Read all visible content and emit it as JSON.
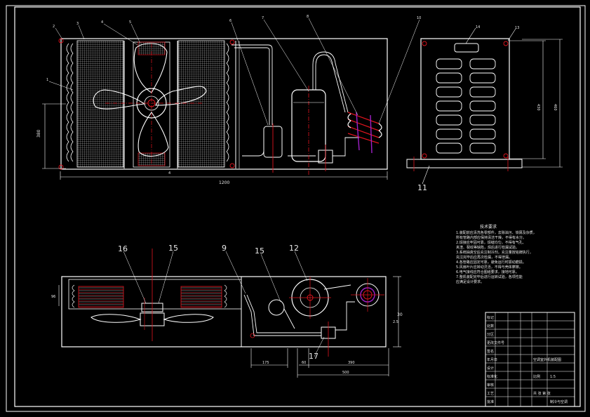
{
  "drawing": {
    "frame_color": "#ffffff",
    "accent_red": "#e0141e",
    "accent_purple": "#a020c8",
    "accent_cyan": "#22c8c8"
  },
  "front_view": {
    "callouts": [
      "1",
      "2",
      "3",
      "4",
      "5",
      "6",
      "7",
      "8",
      "10"
    ],
    "dim_width": "1200",
    "dim_height": "380",
    "dim_center": "4"
  },
  "side_view": {
    "callouts": [
      "14",
      "13",
      "11"
    ],
    "dim_inner": "430",
    "dim_outer": "460"
  },
  "top_view": {
    "callouts": [
      "16",
      "15",
      "9",
      "15",
      "12",
      "17"
    ],
    "dim_left": "96",
    "dim_right_a": "30",
    "dim_right_b": "2.5",
    "dim_bottom_a": "175",
    "dim_bottom_b": "60",
    "dim_bottom_c": "390",
    "dim_bottom_d": "500"
  },
  "notes": {
    "title": "技术要求",
    "lines": [
      "1.装配前应清洗各零部件，去除油污、铁屑及杂质，",
      "  所有管路内部应保持清洁干燥，不得有水分。",
      "2.焊接应牢固可靠，焊缝均匀，不得有气孔、",
      "  夹渣、裂纹等缺陷，焊后进行检漏试验。",
      "3.系统抽真空后充注制冷剂，充注量按铭牌执行，",
      "  充注完毕后应再次检漏，不得泄漏。",
      "4.各管路应固定可靠，避免运行时振动磨损。",
      "5.风扇叶片应转动灵活，不得与壳体摩擦。",
      "6.电气接线应符合图纸要求，接地可靠。",
      "7.整机装配完毕后进行运转试验，各项性能",
      "  应满足设计要求。"
    ]
  },
  "title_block": {
    "rows": [
      "标记",
      "处数",
      "分区",
      "更改文件号",
      "签名",
      "年月日",
      "设计",
      "标准化",
      "审核",
      "工艺",
      "批准"
    ],
    "drawing_name": "空调室外机装配图",
    "scale_label": "比例",
    "scale_value": "1:5",
    "sheet_label": "共 张 第 张",
    "org": "制冷与空调"
  }
}
